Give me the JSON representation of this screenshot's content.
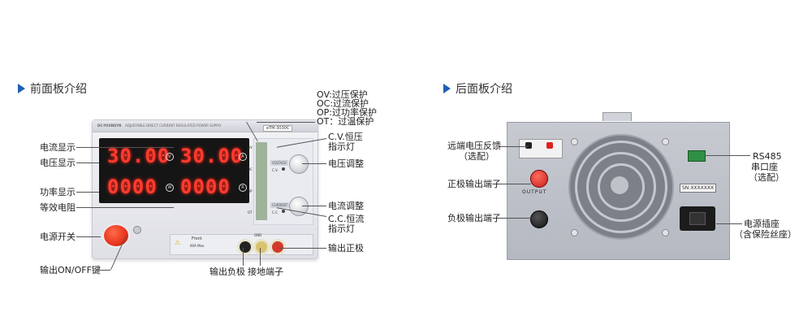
{
  "front_section": {
    "title": "前面板介绍",
    "labels": {
      "current_display": "电流显示",
      "voltage_display": "电压显示",
      "power_display": "功率显示",
      "equivalent_resistance": "等效电阻",
      "power_switch": "电源开关",
      "output_key": "输出ON/OFF键",
      "protections": [
        "OV:过压保护",
        "OC:过流保护",
        "OP:过功率保护",
        "OT：过温保护"
      ],
      "cv_indicator": [
        "C.V.恒压",
        "指示灯"
      ],
      "voltage_adjust": "电压调整",
      "current_adjust": "电流调整",
      "cc_indicator": [
        "C.C.恒流",
        "指示灯"
      ],
      "output_positive": "输出正极",
      "output_negative": "输出负极",
      "ground_terminal": "接地端子"
    },
    "device": {
      "brand": "DC-YOUNSYN",
      "description": "ADJUSTABLE DIRECT CURRENT REGULATED POWER SUPPLY",
      "model": "eTM-3030C",
      "readout_voltage": "30.00",
      "readout_current": "30.00",
      "readout_power": "0000",
      "readout_resistance": "0000",
      "unit_v": "V",
      "unit_a": "A",
      "unit_w": "W",
      "unit_r": "R",
      "indicators": [
        "OV",
        "OC",
        "OP",
        "OT"
      ],
      "cv_tag": "VOLTAGE",
      "cc_tag": "CURRENT",
      "cv_short": "C.V.",
      "cc_short": "C.C.",
      "front_label": "Front",
      "max_label": "60A Max",
      "gnd_label": "GND"
    }
  },
  "back_section": {
    "title": "后面板介绍",
    "labels": {
      "remote_sense": [
        "远端电压反馈",
        "（选配）"
      ],
      "positive_terminal": "正极输出端子",
      "negative_terminal": "负极输出端子",
      "rs485": [
        "RS485",
        "串口座",
        "（选配）"
      ],
      "power_socket": [
        "电源插座",
        "（含保险丝座）"
      ]
    },
    "device": {
      "output_text": "OUTPUT",
      "serial_text": "SN:XXXXXXX"
    }
  },
  "colors": {
    "accent": "#1f5fb4",
    "display_red": "#ff3b2f",
    "button_red": "#e8341c"
  }
}
